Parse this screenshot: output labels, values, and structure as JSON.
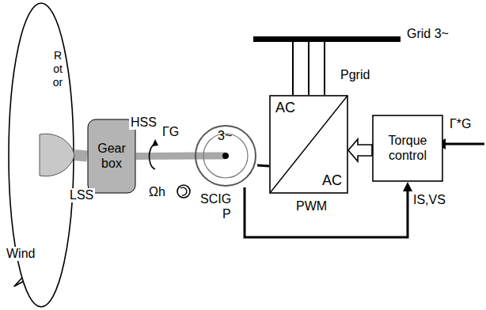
{
  "diagram": {
    "nodes": [
      {
        "text": [
          "Rotor"
        ]
      },
      {
        "text": [
          "Gear box"
        ]
      },
      {
        "text": [
          "3~",
          "SCIG"
        ]
      },
      {
        "text": [
          "AC",
          "AC"
        ]
      },
      {
        "text": [
          "Grid 3~"
        ]
      },
      {
        "text": [
          "Torque control"
        ]
      }
    ],
    "edges": [
      {
        "from": 0,
        "to": 1,
        "arrow": "none"
      },
      {
        "from": 1,
        "to": 2,
        "arrow": "none"
      },
      {
        "from": 2,
        "to": 3,
        "arrow": "none"
      },
      {
        "from": 3,
        "to": 4,
        "label": "Pgrid",
        "arrow": "none"
      },
      {
        "from": 5,
        "to": 3,
        "arrow": "to"
      },
      {
        "from": 2,
        "to": 5,
        "label": "IS,VS",
        "arrow": "to"
      }
    ],
    "labels": [
      "Wind",
      "LSS",
      "HSS",
      "ΓG",
      "Ωh",
      "P",
      "PWM",
      "Γ*G"
    ]
  }
}
